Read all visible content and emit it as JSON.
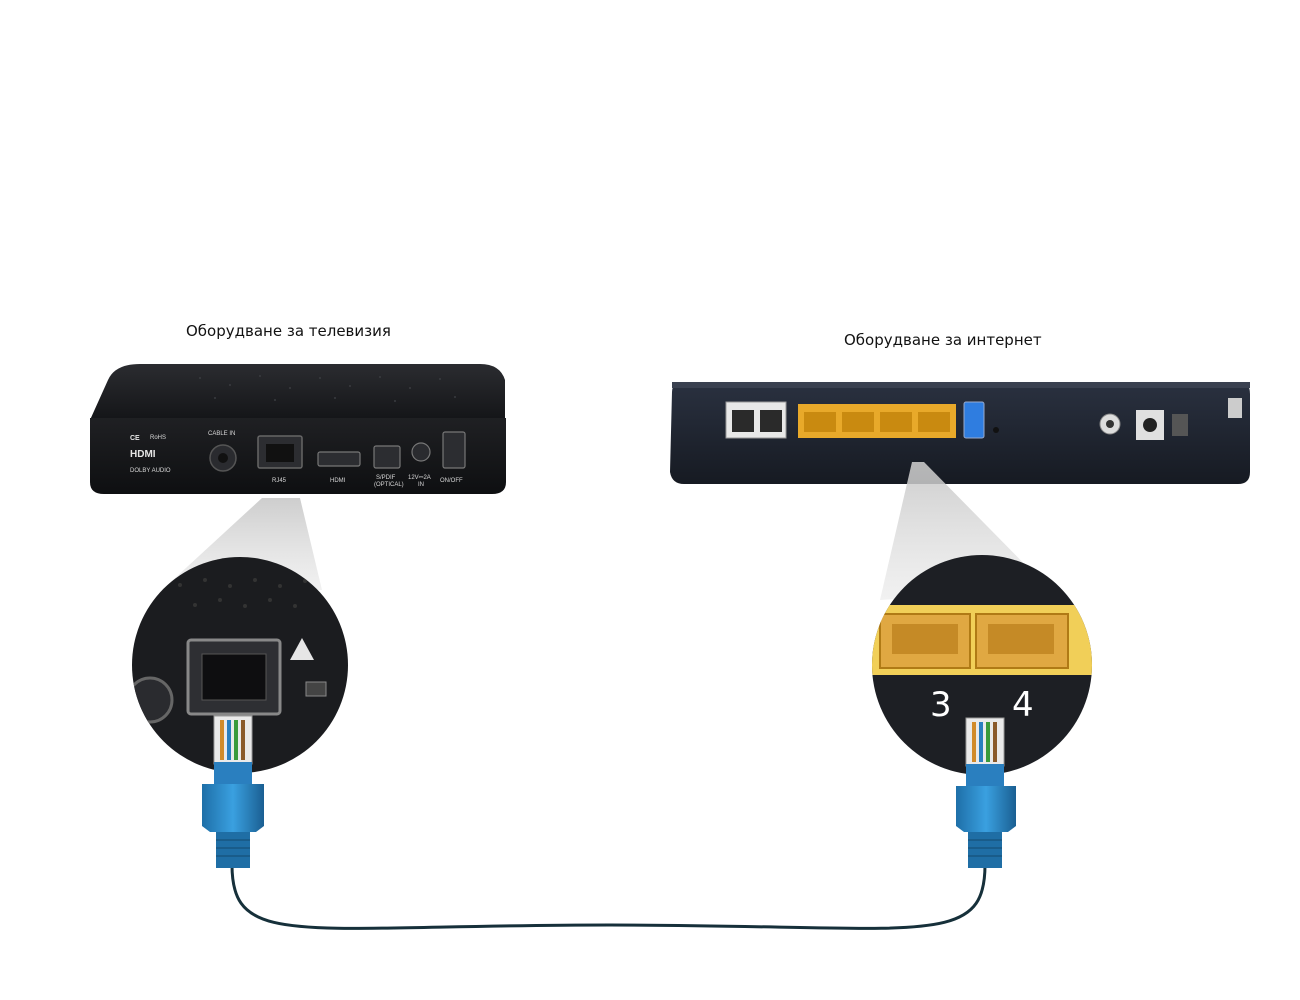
{
  "diagram": {
    "tv_device_label": "Оборудване за телевизия",
    "internet_device_label": "Оборудване за интернет",
    "stb_rear_labels": {
      "cable_in": "CABLE IN",
      "rj45": "RJ45",
      "hdmi": "HDMI",
      "spdif": "S/PDIF",
      "spdif_sub": "(OPTICAL)",
      "power": "12V⎓2A",
      "power_sub": "IN",
      "on_off": "ON/OFF",
      "hdmi_logo": "HDMI",
      "dolby": "DOLBY AUDIO",
      "ce": "CE",
      "rohs": "RoHS"
    },
    "router_zoom_port_numbers": [
      "3",
      "4"
    ],
    "colors": {
      "device_body": "#1c1d20",
      "router_body": "#1f2430",
      "lan_port": "#e8a92a",
      "usb_port": "#2f7de0",
      "connector": "#2a7fbf",
      "cable": "#16303a"
    }
  }
}
